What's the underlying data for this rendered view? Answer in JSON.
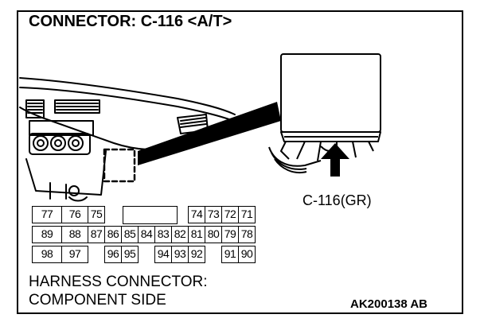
{
  "title": "CONNECTOR: C-116 <A/T>",
  "connector_label": "C-116(GR)",
  "pin_rows": [
    [
      "77",
      "76",
      "75",
      "",
      "",
      "",
      "",
      "",
      "74",
      "73",
      "72",
      "71"
    ],
    [
      "89",
      "88",
      "87",
      "86",
      "85",
      "84",
      "83",
      "82",
      "81",
      "80",
      "79",
      "78"
    ],
    [
      "98",
      "97",
      "",
      "96",
      "95",
      "",
      "94",
      "93",
      "92",
      "",
      "91",
      "90"
    ]
  ],
  "harness_label": {
    "line1": "HARNESS CONNECTOR:",
    "line2": "COMPONENT SIDE"
  },
  "figure_code": "AK200138 AB"
}
